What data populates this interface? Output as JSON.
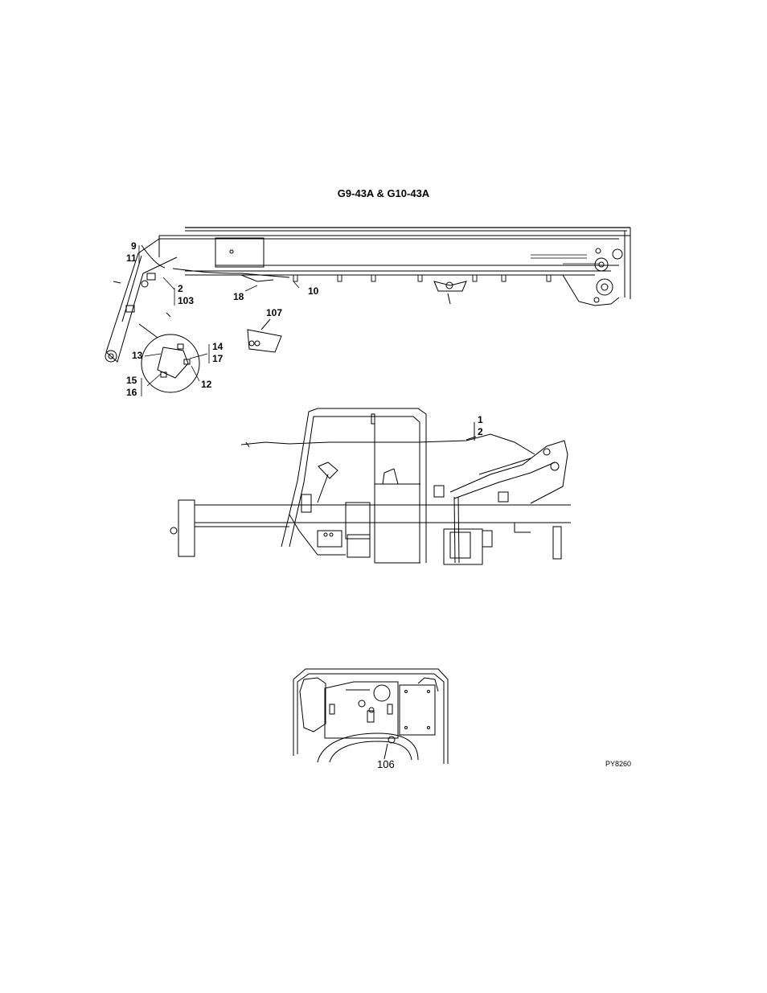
{
  "diagram": {
    "title": "G9-43A & G10-43A",
    "drawing_code": "PY8260",
    "callouts": {
      "c9": "9",
      "c11": "11",
      "c2a": "2",
      "c103": "103",
      "c18": "18",
      "c10": "10",
      "c107": "107",
      "c13": "13",
      "c14": "14",
      "c17": "17",
      "c12": "12",
      "c15": "15",
      "c16": "16",
      "c1": "1",
      "c2b": "2",
      "c106": "106"
    }
  }
}
